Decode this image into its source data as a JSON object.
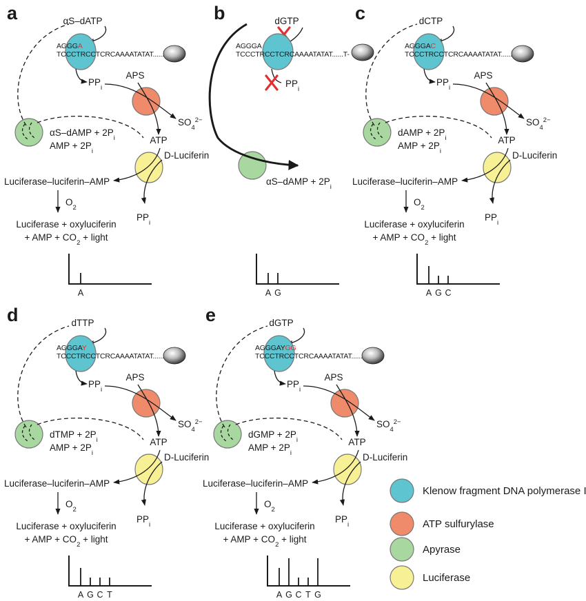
{
  "colors": {
    "klenow": "#5ec4d0",
    "sulfurylase": "#ef8a6a",
    "apyrase": "#a8d8a0",
    "luciferase": "#f8f094",
    "highlight": "#e03030",
    "stroke": "#1a1a1a"
  },
  "common": {
    "pp": "PP",
    "pp_sub": "i",
    "aps": "APS",
    "so4": "SO",
    "so4_sub": "4",
    "so4_sup": "2−",
    "atp": "ATP",
    "luciferin_d": "D",
    "luciferin_rest": "-Luciferin",
    "lla": "Luciferase–luciferin–AMP",
    "o2": "O",
    "o2_sub": "2",
    "prod1": "Luciferase + oxyluciferin",
    "prod2_a": "+ AMP + CO",
    "prod2_sub": "2",
    "prod2_b": " + light",
    "template": "TCCCTRCCTCRCAAAATATAT......T-",
    "amp_line": "AMP + 2P",
    "amp_line_sub": "i",
    "byproduct_suffix": " + 2P",
    "byproduct_sub": "i"
  },
  "panels": [
    {
      "id": "a",
      "label": "a",
      "nucleotide": "αS–dATP",
      "primer": "AGGG",
      "primer_added": "A",
      "byproduct": "αS–dAMP",
      "peaks": [
        "A"
      ]
    },
    {
      "id": "b",
      "label": "b",
      "nucleotide": "dGTP",
      "primer": "AGGGA",
      "primer_added": "",
      "byproduct": "αS–dAMP",
      "peaks": [
        "A",
        "G"
      ]
    },
    {
      "id": "c",
      "label": "c",
      "nucleotide": "dCTP",
      "primer": "AGGGA",
      "primer_added": "C",
      "byproduct": "dAMP",
      "peaks": [
        "A",
        "G",
        "C"
      ]
    },
    {
      "id": "d",
      "label": "d",
      "nucleotide": "dTTP",
      "primer": "AGGGA",
      "primer_added": "Y",
      "byproduct": "dTMP",
      "peaks": [
        "A",
        "G",
        "C",
        "T"
      ]
    },
    {
      "id": "e",
      "label": "e",
      "nucleotide": "dGTP",
      "primer": "AGGGAY",
      "primer_added": "GG",
      "byproduct": "dGMP",
      "peaks": [
        "A",
        "G",
        "C",
        "T",
        "G"
      ]
    }
  ],
  "legend": [
    {
      "key": "klenow",
      "label": "Klenow fragment DNA polymerase I"
    },
    {
      "key": "sulfurylase",
      "label": "ATP sulfurylase"
    },
    {
      "key": "apyrase",
      "label": "Apyrase"
    },
    {
      "key": "luciferase",
      "label": "Luciferase"
    }
  ]
}
